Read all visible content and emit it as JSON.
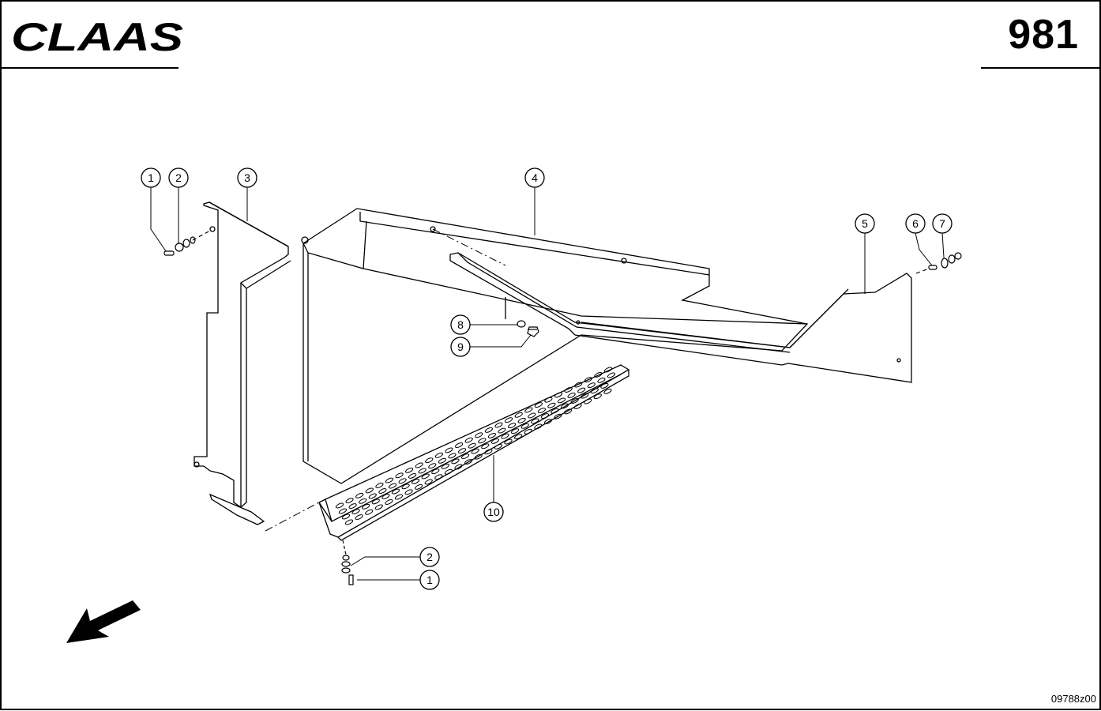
{
  "header": {
    "brand": "CLAAS",
    "page_number": "981"
  },
  "footer": {
    "drawing_id": "09788z00"
  },
  "callouts": [
    {
      "label": "1"
    },
    {
      "label": "2"
    },
    {
      "label": "3"
    },
    {
      "label": "4"
    },
    {
      "label": "5"
    },
    {
      "label": "6"
    },
    {
      "label": "7"
    },
    {
      "label": "8"
    },
    {
      "label": "9"
    },
    {
      "label": "10"
    },
    {
      "label": "2"
    },
    {
      "label": "1"
    }
  ],
  "icons": {
    "direction": "direction-arrow-icon"
  }
}
